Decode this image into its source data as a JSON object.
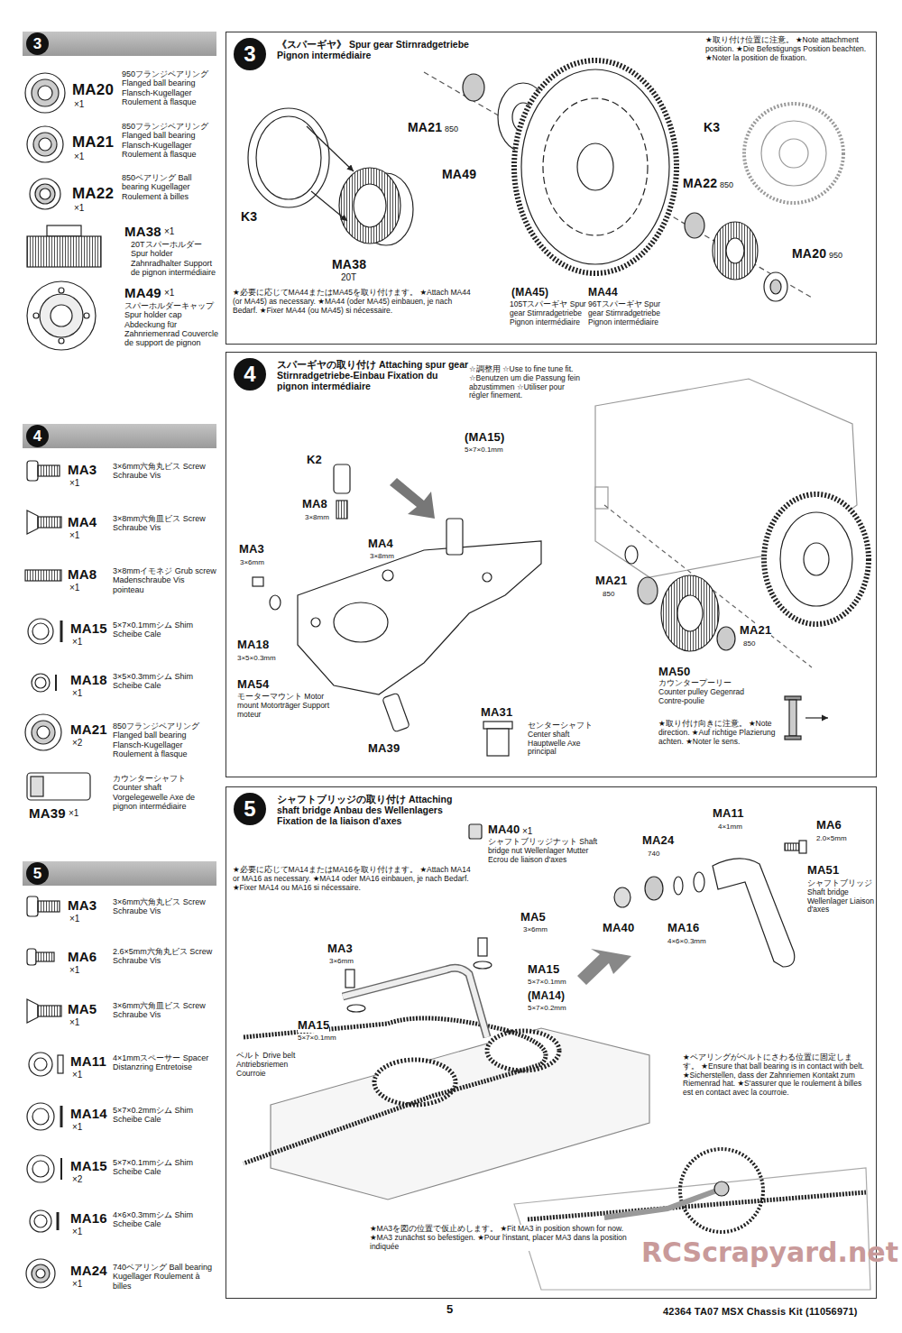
{
  "diagram": {
    "nodes": [
      {
        "text": [
          "3"
        ]
      },
      {
        "text": [
          "3",
          "《スパーギヤ》 Spur gear Stirnradgetriebe Pignon intermédiaire"
        ]
      },
      {
        "text": [
          "4"
        ]
      },
      {
        "text": [
          "4",
          "スパーギヤの取り付け Attaching spur gear Stirnradgetriebe-Einbau Fixation du pignon intermédiaire"
        ]
      },
      {
        "text": [
          "5"
        ]
      },
      {
        "text": [
          "5",
          "シャフトブリッジの取り付け Attaching shaft bridge Anbau des Wellenlagers Fixation de la liaison d'axes"
        ]
      }
    ],
    "labels": [
      "MA20",
      "×1",
      "950フランジベアリング Flanged ball bearing Flansch-Kugellager Roulement à flasque",
      "MA21",
      "×1",
      "850フランジベアリング Flanged ball bearing Flansch-Kugellager Roulement à flasque",
      "MA22",
      "×1",
      "850ベアリング Ball bearing Kugellager Roulement à billes",
      "MA38",
      "×1",
      "20Tスパーホルダー Spur holder Zahnradhalter Support de pignon intermédiaire",
      "MA49",
      "×1",
      "スパーホルダーキャップ Spur holder cap Abdeckung für Zahnriemenrad Couvercle de support de pignon",
      "MA3",
      "×1",
      "3×6mm六角丸ビス Screw Schraube Vis",
      "MA4",
      "×1",
      "3×8mm六角皿ビス Screw Schraube Vis",
      "MA8",
      "×1",
      "3×8mmイモネジ Grub screw Madenschraube Vis pointeau",
      "MA15",
      "×1",
      "5×7×0.1mmシム Shim Scheibe Cale",
      "MA18",
      "×1",
      "3×5×0.3mmシム Shim Scheibe Cale",
      "MA21",
      "×2",
      "850フランジベアリング Flanged ball bearing Flansch-Kugellager Roulement à flasque",
      "MA39",
      "×1",
      "カウンターシャフト Counter shaft Vorgelegewelle Axe de pignon intermédiaire",
      "MA3",
      "×1",
      "3×6mm六角丸ビス Screw Schraube Vis",
      "MA6",
      "×1",
      "2.6×5mm六角丸ビス Screw Schraube Vis",
      "MA5",
      "×1",
      "3×6mm六角皿ビス Screw Schraube Vis",
      "MA11",
      "×1",
      "4×1mmスペーサー Spacer Distanzring Entretoise",
      "MA14",
      "×1",
      "5×7×0.2mmシム Shim Scheibe Cale",
      "MA15",
      "×2",
      "5×7×0.1mmシム Shim Scheibe Cale",
      "MA16",
      "×1",
      "4×6×0.3mmシム Shim Scheibe Cale",
      "MA24",
      "×1",
      "740ベアリング Ball bearing Kugellager Roulement à billes",
      "★取り付け位置に注意。 ★Note attachment position. ★Die Befestigungs Position beachten. ★Noter la position de fixation.",
      "K3",
      "MA21",
      "850",
      "MA49",
      "MA22",
      "850",
      "MA20",
      "950",
      "K3",
      "MA38",
      "20T",
      "★必要に応じてMA44またはMA45を取り付けます。 ★Attach MA44 (or MA45) as necessary. ★MA44 (oder MA45) einbauen, je nach Bedarf. ★Fixer MA44 (ou MA45) si nécessaire.",
      "(MA45)",
      "105Tスパーギヤ Spur gear Stirnradgetriebe Pignon intermédiaire",
      "MA44",
      "96Tスパーギヤ Spur gear Stirnradgetriebe Pignon intermédiaire",
      "K2",
      "MA8",
      "3×8mm",
      "☆調整用 ☆Use to fine tune fit. ☆Benutzen um die Passung fein abzustimmen ☆Utiliser pour régler finement.",
      "(MA15)",
      "5×7×0.1mm",
      "MA3",
      "3×6mm",
      "MA4",
      "3×8mm",
      "MA18",
      "3×5×0.3mm",
      "MA21",
      "850",
      "MA21",
      "850",
      "MA50",
      "カウンタープーリー Counter pulley Gegenrad Contre-poulie",
      "MA54",
      "モーターマウント Motor mount Motorträger Support moteur",
      "MA39",
      "MA31",
      "センターシャフト Center shaft Hauptwelle Axe principal",
      "★取り付け向きに注意。 ★Note direction. ★Auf richtige Plazierung achten. ★Noter le sens.",
      "MA40",
      "×1",
      "シャフトブリッジナット Shaft bridge nut Wellenlager Mutter Ecrou de liaison d'axes",
      "★必要に応じてMA14またはMA16を取り付けます。 ★Attach MA14 or MA16 as necessary. ★MA14 oder MA16 einbauen, je nach Bedarf. ★Fixer MA14 ou MA16 si nécessaire.",
      "MA24",
      "740",
      "MA11",
      "4×1mm",
      "MA6",
      "2.0×5mm",
      "MA51",
      "シャフトブリッジ Shaft bridge Wellenlager Liaison d'axes",
      "MA40",
      "MA16",
      "4×6×0.3mm",
      "MA5",
      "3×6mm",
      "MA3",
      "3×6mm",
      "MA15",
      "5×7×0.1mm",
      "(MA14)",
      "5×7×0.2mm",
      "MA15",
      "5×7×0.1mm",
      "ベルト Drive belt Antriebsriemen Courroie",
      "★ベアリングがベルトにさわる位置に固定します。 ★Ensure that ball bearing is in contact with belt. ★Sicherstellen, dass der Zahnriemen Kontakt zum Riemenrad hat. ★S'assurer que le roulement à billes est en contact avec la courroie.",
      "★MA3を図の位置で仮止めします。 ★Fit MA3 in position shown for now. ★MA3 zunächst so befestigen. ★Pour l'instant, placer MA3 dans la position indiquée",
      "5",
      "42364 TA07 MSX Chassis Kit (11056971)",
      "RCScrapyard.net"
    ]
  }
}
